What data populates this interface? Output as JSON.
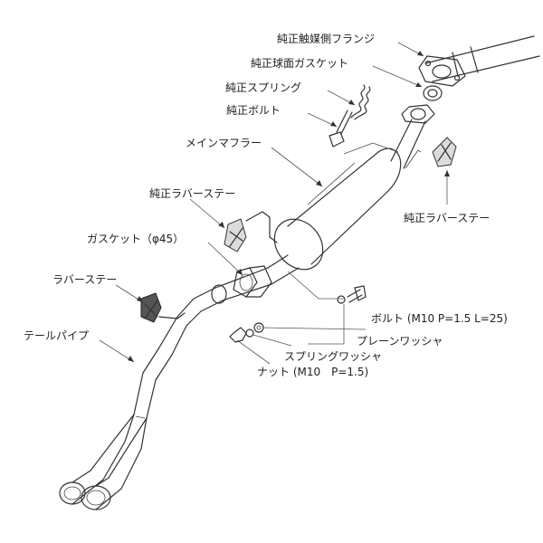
{
  "labels": {
    "flange": "純正触媒側フランジ",
    "gasket_sphere": "純正球面ガスケット",
    "spring": "純正スプリング",
    "bolt_oem": "純正ボルト",
    "main_muffler": "メインマフラー",
    "rubber_stay_oem_left": "純正ラバーステー",
    "rubber_stay_oem_right": "純正ラバーステー",
    "gasket_45": "ガスケット（φ45）",
    "rubber_stay": "ラバーステー",
    "tail_pipe": "テールパイプ",
    "bolt": "ボルト (M10 P=1.5 L=25)",
    "plain_washer": "プレーンワッシャ",
    "spring_washer": "スプリングワッシャ",
    "nut": "ナット (M10　P=1.5)"
  }
}
